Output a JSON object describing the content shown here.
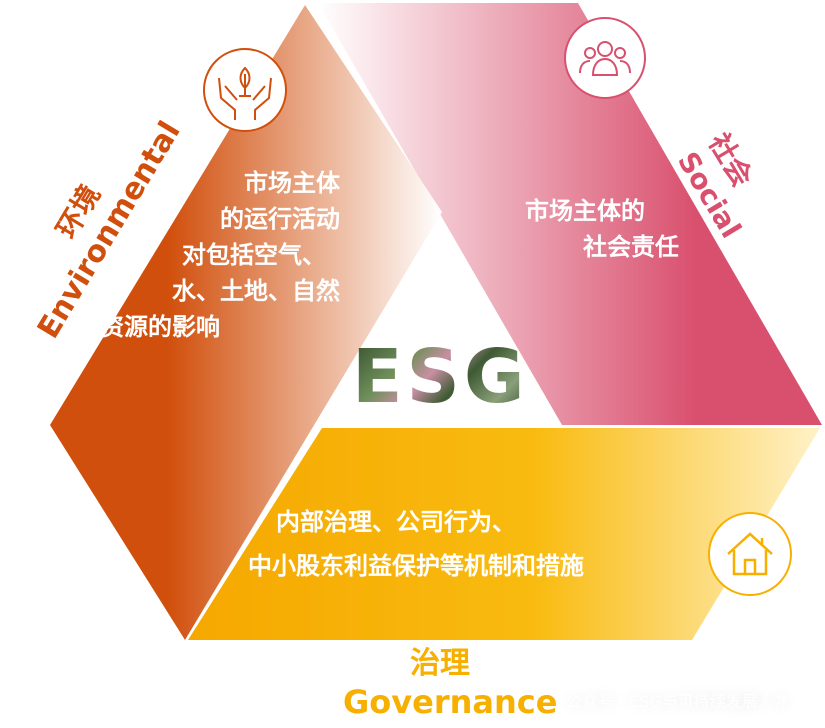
{
  "center": {
    "label": "ESG"
  },
  "environmental": {
    "title_cn": "环境",
    "title_en": "Environmental",
    "lines": [
      "市场主体",
      "的运行活动",
      "对包括空气、",
      "水、土地、自然",
      "资源的影响"
    ],
    "color": "#D14F0C",
    "icon": "hands-plant-icon"
  },
  "social": {
    "title_cn": "社会",
    "title_en": "Social",
    "lines": [
      "市场主体的",
      "社会责任"
    ],
    "color": "#D9506E",
    "icon": "people-group-icon"
  },
  "governance": {
    "title_cn": "治理",
    "title_en": "Governance",
    "lines": [
      "内部治理、公司行为、",
      "中小股东利益保护等机制和措施"
    ],
    "color": "#F7B000",
    "icon": "house-icon"
  },
  "watermark": "公众号 · ESG与可持续发展人才"
}
